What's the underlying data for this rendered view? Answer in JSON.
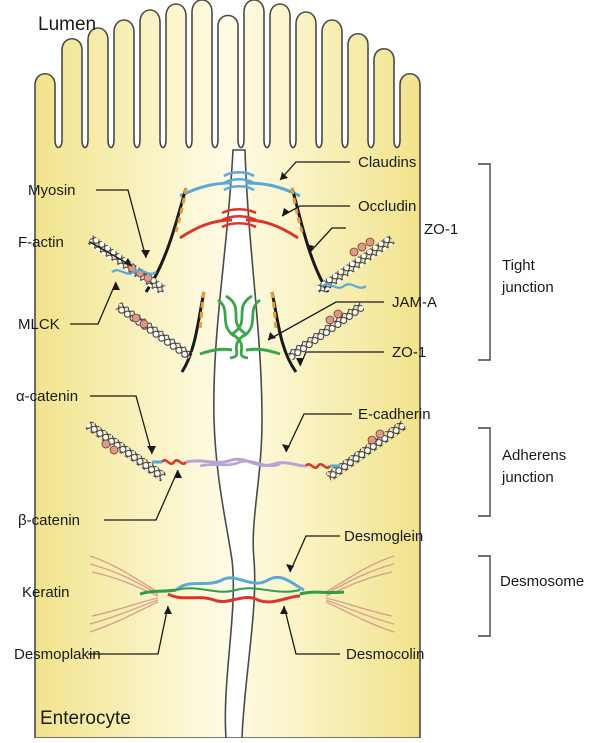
{
  "diagram": {
    "region_top": "Lumen",
    "region_bottom": "Enterocyte",
    "labels": {
      "myosin": "Myosin",
      "f_actin": "F-actin",
      "mlck": "MLCK",
      "claudins": "Claudins",
      "occludin": "Occludin",
      "zo1_upper": "ZO-1",
      "jam_a": "JAM-A",
      "zo1_lower": "ZO-1",
      "alpha_catenin": "α-catenin",
      "beta_catenin": "β-catenin",
      "e_cadherin": "E-cadherin",
      "desmoglein": "Desmoglein",
      "keratin": "Keratin",
      "desmoplakin": "Desmoplakin",
      "desmocolin": "Desmocolin"
    },
    "junctions": {
      "tight_line1": "Tight",
      "tight_line2": "junction",
      "adherens_line1": "Adherens",
      "adherens_line2": "junction",
      "desmosome": "Desmosome"
    },
    "colors": {
      "cell_fill": "#f3e79a",
      "cell_light": "#fbf6cf",
      "claudin": "#5aa9d6",
      "occludin": "#d9372b",
      "zo1": "#e89a3c",
      "jam_a": "#3aa64a",
      "cadherin": "#b9a3d6",
      "desmo_green": "#2e9e4a",
      "keratin": "#d9a08a"
    }
  }
}
